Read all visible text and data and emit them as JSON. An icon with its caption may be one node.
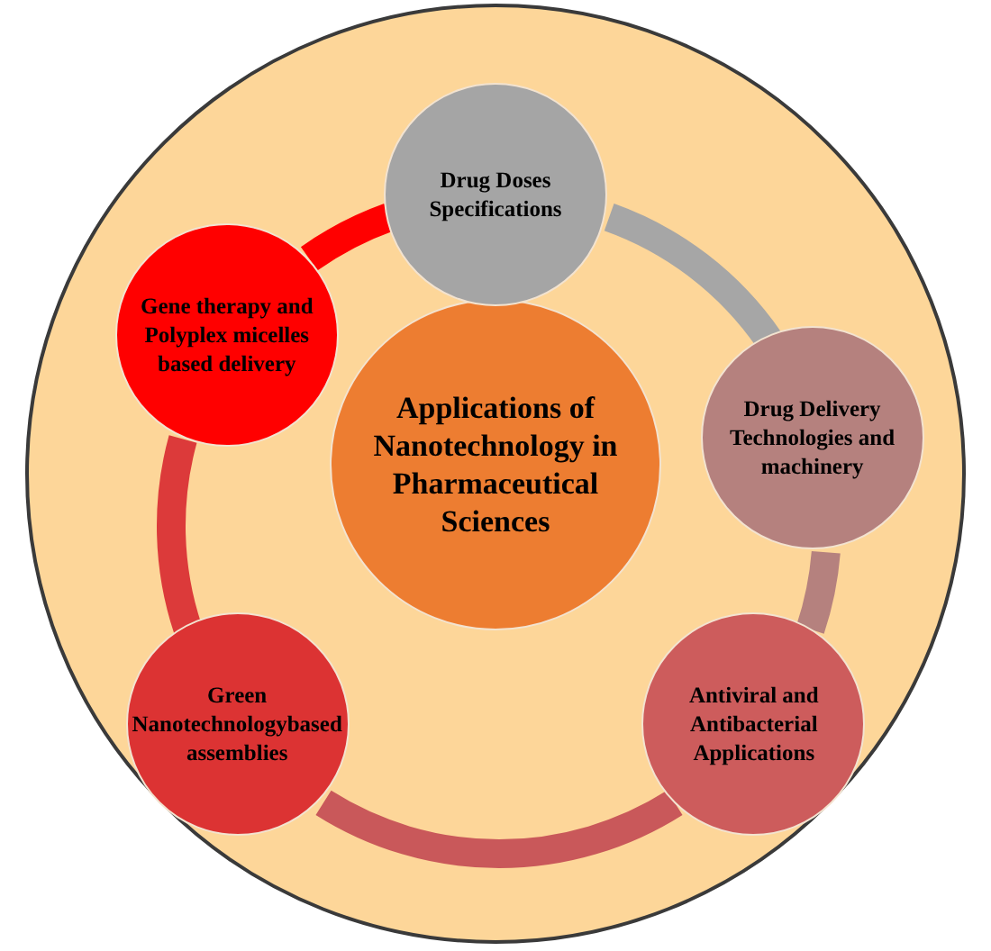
{
  "diagram": {
    "nodes": [
      {
        "text": [],
        "shape": "circle"
      },
      {
        "text": [
          "Applications of Nanotechnology in Pharmaceutical Sciences"
        ],
        "in": 0
      },
      {
        "text": [
          "Drug Doses Specifications"
        ],
        "in": 0
      },
      {
        "text": [
          "Drug Delivery Technologies and machinery"
        ],
        "in": 0
      },
      {
        "text": [
          "Antiviral and Antibacterial Applications"
        ],
        "in": 0
      },
      {
        "text": [
          "Green Nanotechnologybased assemblies"
        ],
        "in": 0
      },
      {
        "text": [
          "Gene therapy and Polyplex micelles based delivery"
        ],
        "in": 0
      }
    ],
    "edges": [
      {
        "from": 2,
        "to": 3,
        "arrow": "none",
        "color": "#a6a6a6"
      },
      {
        "from": 3,
        "to": 4,
        "arrow": "none",
        "color": "#b5817e"
      },
      {
        "from": 4,
        "to": 5,
        "arrow": "none",
        "color": "#c9585a"
      },
      {
        "from": 5,
        "to": 6,
        "arrow": "none",
        "color": "#dc3a3a"
      },
      {
        "from": 6,
        "to": 2,
        "arrow": "none",
        "color": "#ff0000"
      }
    ]
  }
}
